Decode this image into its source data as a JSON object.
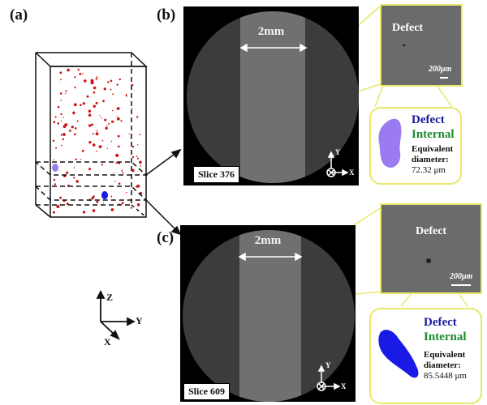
{
  "panels": {
    "a": {
      "label": "(a)"
    },
    "b": {
      "label": "(b)"
    },
    "c": {
      "label": "(c)"
    }
  },
  "axes_3d": {
    "z": "Z",
    "y": "Y",
    "x": "X"
  },
  "slices": [
    {
      "scale_label": "2mm",
      "slice_label": "Slice 376",
      "mini_axes": {
        "y": "Y",
        "x": "X"
      },
      "inset": {
        "defect_label": "Defect",
        "scale_label": "200μm"
      },
      "card": {
        "title": "Defect",
        "category": "Internal",
        "equiv_label_1": "Equivalent",
        "equiv_label_2": "diameter:",
        "value": "72.32 μm",
        "shape_color": "#9b7bf0"
      }
    },
    {
      "scale_label": "2mm",
      "slice_label": "Slice 609",
      "mini_axes": {
        "y": "Y",
        "x": "X"
      },
      "inset": {
        "defect_label": "Defect",
        "scale_label": "200μm"
      },
      "card": {
        "title": "Defect",
        "category": "Internal",
        "equiv_label_1": "Equivalent",
        "equiv_label_2": "diameter:",
        "value": "85.5448 μm",
        "shape_color": "#1a1ae6"
      }
    }
  ],
  "colors": {
    "highlight": "#e8e86a",
    "defect_title": "#1a1a9e",
    "internal": "#1e8a2e",
    "pores": "#cc1111"
  }
}
